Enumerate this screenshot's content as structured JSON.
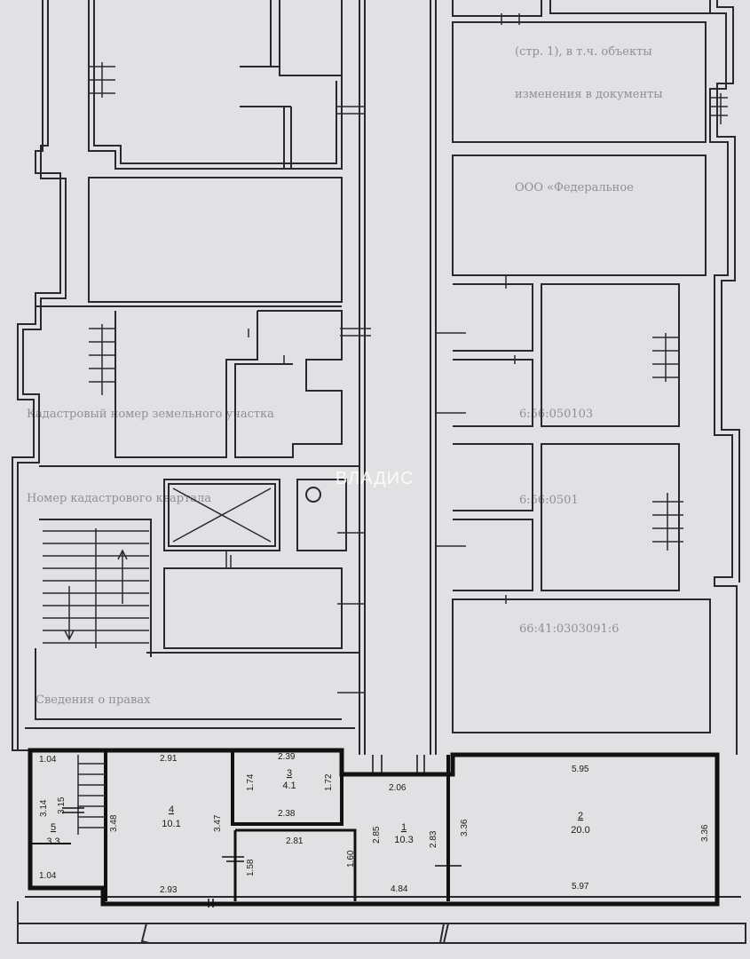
{
  "watermark": "ВЛАДИС",
  "rooms": [
    {
      "number": "1",
      "area": "10.3"
    },
    {
      "number": "2",
      "area": "20.0"
    },
    {
      "number": "3",
      "area": "4.1"
    },
    {
      "number": "4",
      "area": "10.1"
    },
    {
      "number": "5",
      "area": "3.3"
    }
  ],
  "dimensions": {
    "d_104_top": "1.04",
    "d_104_bottom": "1.04",
    "d_314": "3.14",
    "d_315": "3.15",
    "d_291": "2.91",
    "d_348": "3.48",
    "d_347": "3.47",
    "d_293": "2.93",
    "d_239": "2.39",
    "d_174": "1.74",
    "d_172": "1.72",
    "d_238": "2.38",
    "d_281": "2.81",
    "d_158": "1.58",
    "d_160": "1.60",
    "d_285": "2.85",
    "d_283": "2.83",
    "d_206": "2.06",
    "d_484": "4.84",
    "d_336_left": "3.36",
    "d_336_right": "3.36",
    "d_595": "5.95",
    "d_597": "5.97"
  },
  "background_text": [
    "ООО «Федеральное",
    "(стр. 1), в т.ч. объекты",
    "изменения в документы",
    "Номер кадастрового квартала",
    "Кадастровый номер земельного участка",
    "6:56:050103",
    "6:56:0501",
    "66:41:0303091:6",
    "Сведения о правах"
  ]
}
